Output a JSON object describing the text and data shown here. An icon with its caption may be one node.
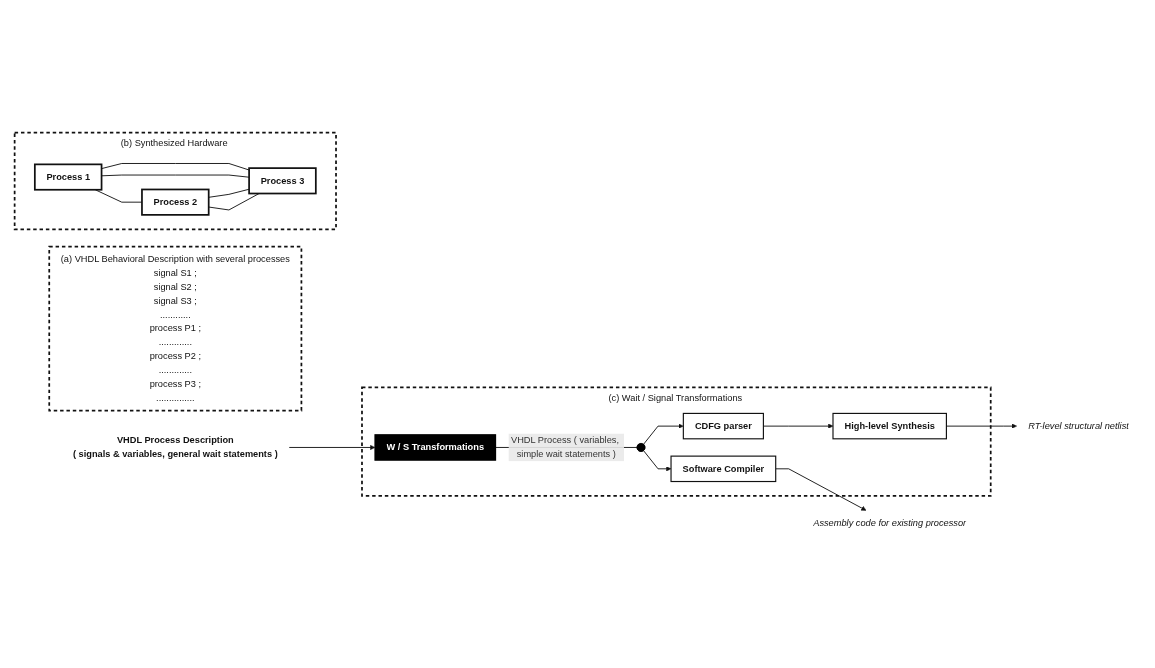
{
  "diagram": {
    "nodes": [
      {
        "text": [
          "(a) VHDL Behavioral Description with several processes",
          "signal S1 ;",
          "signal S2 ;",
          "signal S3 ;",
          "............",
          "process P1 ;",
          ".............",
          "process P2 ;",
          ".............",
          "process P3 ;",
          "..............."
        ]
      },
      {
        "text": [
          "(b) Synthesized Hardware"
        ]
      },
      {
        "text": [
          "Process 1"
        ],
        "in": 1
      },
      {
        "text": [
          "Process 2"
        ],
        "in": 1
      },
      {
        "text": [
          "Process 3"
        ],
        "in": 1
      },
      {
        "text": [
          "VHDL Process Description",
          "( signals & variables, general wait statements )"
        ]
      },
      {
        "text": [
          "(c) Wait / Signal Transformations"
        ]
      },
      {
        "text": [
          "W / S Transformations"
        ],
        "in": 6
      },
      {
        "text": [],
        "shape": "circle",
        "in": 6
      },
      {
        "text": [
          "CDFG parser"
        ],
        "in": 6
      },
      {
        "text": [
          "High-level Synthesis"
        ],
        "in": 6
      },
      {
        "text": [
          "Software Compiler"
        ],
        "in": 6
      },
      {
        "text": [
          "RT-level structural netlist"
        ]
      },
      {
        "text": [
          "Assembly code for existing processor"
        ]
      }
    ],
    "edges": [
      {
        "from": 2,
        "to": 3,
        "arrow": "none"
      },
      {
        "from": 2,
        "to": 4,
        "arrow": "none"
      },
      {
        "from": 2,
        "to": 4,
        "arrow": "none"
      },
      {
        "from": 3,
        "to": 4,
        "arrow": "none"
      },
      {
        "from": 3,
        "to": 4,
        "arrow": "none"
      },
      {
        "from": 5,
        "to": 7,
        "arrow": "to"
      },
      {
        "from": 7,
        "to": 8,
        "arrow": "none",
        "label": "VHDL Process ( variables, simple wait statements )"
      },
      {
        "from": 8,
        "to": 9,
        "arrow": "to"
      },
      {
        "from": 8,
        "to": 11,
        "arrow": "to"
      },
      {
        "from": 9,
        "to": 10,
        "arrow": "to"
      },
      {
        "from": 10,
        "to": 12,
        "arrow": "to"
      },
      {
        "from": 11,
        "to": 13,
        "arrow": "to"
      }
    ]
  }
}
